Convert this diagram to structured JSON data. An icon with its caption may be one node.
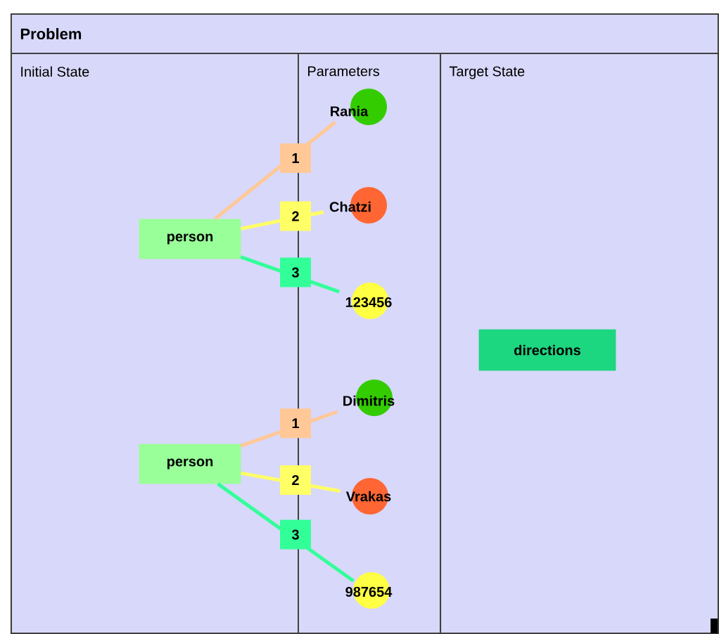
{
  "diagram": {
    "nodes": [
      {
        "text": [
          "Problem"
        ]
      },
      {
        "text": [
          "Initial State"
        ],
        "in": 0
      },
      {
        "text": [
          "Parameters"
        ],
        "in": 0
      },
      {
        "text": [
          "Target State"
        ],
        "in": 0
      },
      {
        "text": [
          "person"
        ],
        "in": 1
      },
      {
        "text": [
          "Rania"
        ],
        "in": 2
      },
      {
        "text": [
          "Chatzi"
        ],
        "in": 2
      },
      {
        "text": [
          "123456"
        ],
        "in": 2
      },
      {
        "text": [
          "person"
        ],
        "in": 1
      },
      {
        "text": [
          "Dimitris"
        ],
        "in": 2
      },
      {
        "text": [
          "Vrakas"
        ],
        "in": 2
      },
      {
        "text": [
          "987654"
        ],
        "in": 2
      },
      {
        "text": [
          "directions"
        ],
        "in": 3
      }
    ],
    "edges": [
      {
        "from": 4,
        "to": 5,
        "arrow": "none",
        "label": "1",
        "color": "#ffc896"
      },
      {
        "from": 4,
        "to": 6,
        "arrow": "none",
        "label": "2",
        "color": "#ffff66"
      },
      {
        "from": 4,
        "to": 7,
        "arrow": "none",
        "label": "3",
        "color": "#33ff99"
      },
      {
        "from": 8,
        "to": 9,
        "arrow": "none",
        "label": "1",
        "color": "#ffc896"
      },
      {
        "from": 8,
        "to": 10,
        "arrow": "none",
        "label": "2",
        "color": "#ffff66"
      },
      {
        "from": 8,
        "to": 11,
        "arrow": "none",
        "label": "3",
        "color": "#33ff99"
      }
    ]
  }
}
